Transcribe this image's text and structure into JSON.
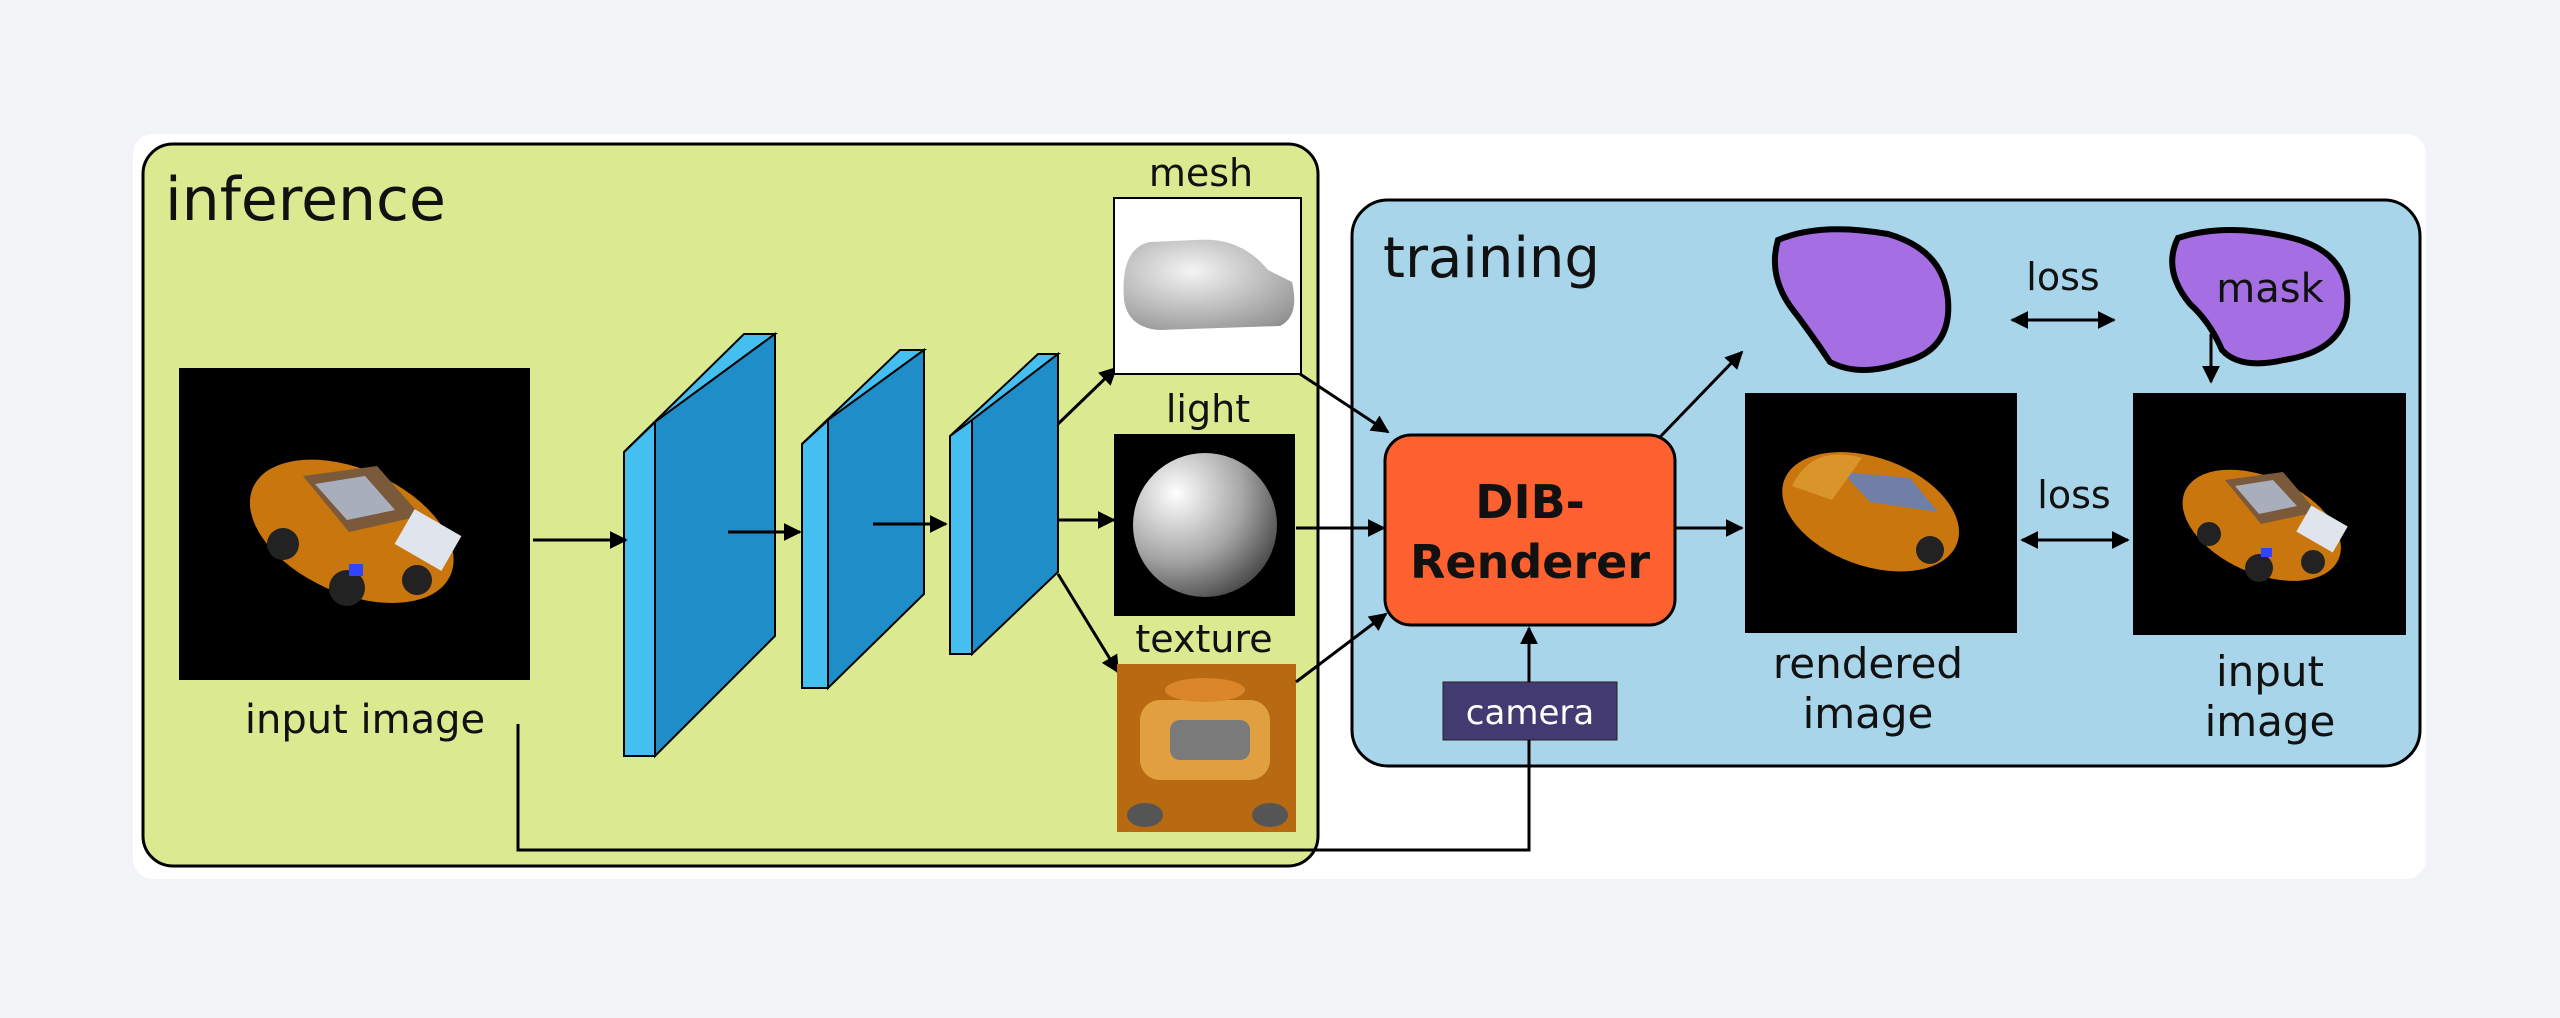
{
  "inference": {
    "title": "inference",
    "input_caption": "input image"
  },
  "outputs": {
    "mesh": "mesh",
    "light": "light",
    "texture": "texture"
  },
  "training": {
    "title": "training",
    "renderer_line1": "DIB-",
    "renderer_line2": "Renderer",
    "camera": "camera",
    "loss_top": "loss",
    "loss_mid": "loss",
    "mask": "mask",
    "rendered_line1": "rendered",
    "rendered_line2": "image",
    "input_line1": "input",
    "input_line2": "image"
  },
  "colors": {
    "inference_bg": "#dbe991",
    "training_bg": "#a8d5e9",
    "cnn_front": "#1f8dc7",
    "cnn_side": "#45bff0",
    "renderer": "#fd6130",
    "camera_box": "#443a72",
    "mask": "#a56ee2",
    "car_body": "#c9760e"
  }
}
